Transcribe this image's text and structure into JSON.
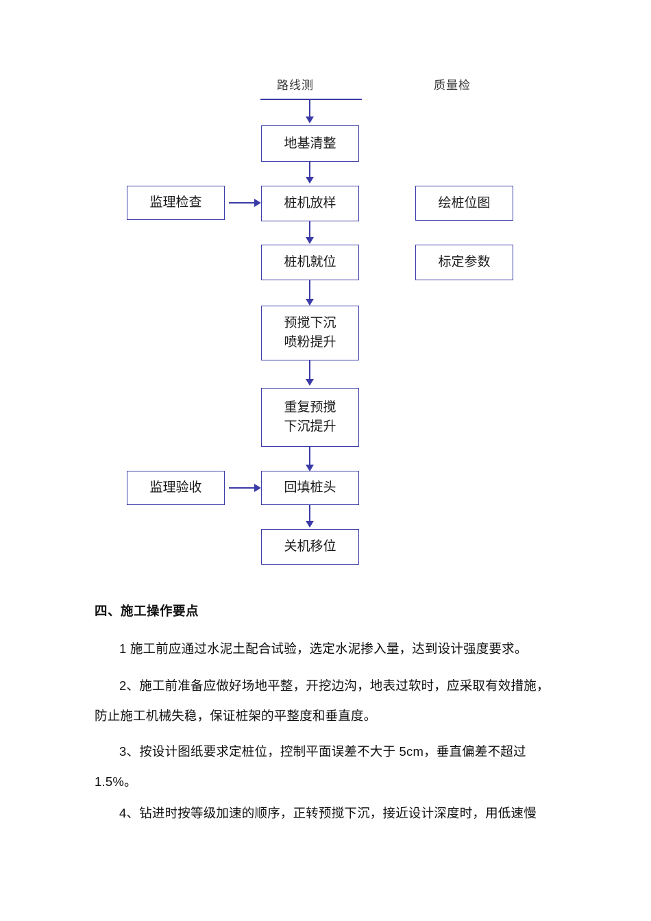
{
  "flowchart": {
    "headers": [
      {
        "name": "route-survey",
        "label": "路线测"
      },
      {
        "name": "quality-check",
        "label": "质量检"
      }
    ],
    "main_nodes": [
      {
        "name": "node-site-clearing",
        "label": "地基清整"
      },
      {
        "name": "node-rig-setout",
        "label": "桩机放样"
      },
      {
        "name": "node-rig-positioning",
        "label": "桩机就位"
      },
      {
        "name": "node-premix-sink-spray",
        "label": "预搅下沉\n喷粉提升"
      },
      {
        "name": "node-repeat-premix",
        "label": "重复预搅\n下沉提升"
      },
      {
        "name": "node-backfill-pile-head",
        "label": "回填桩头"
      },
      {
        "name": "node-shutdown-move",
        "label": "关机移位"
      }
    ],
    "left_nodes": [
      {
        "name": "node-supervision-inspection",
        "label": "监理检查"
      },
      {
        "name": "node-supervision-acceptance",
        "label": "监理验收"
      }
    ],
    "right_nodes": [
      {
        "name": "node-draw-pile-layout",
        "label": "绘桩位图"
      },
      {
        "name": "node-calibrate-params",
        "label": "标定参数"
      }
    ],
    "line_color": "#3b3bA8"
  },
  "document": {
    "heading": "四、施工操作要点",
    "paragraphs": [
      {
        "name": "para-1-line-1",
        "text": "1 施工前应通过水泥土配合试验，选定水泥掺入量，达到设计强度要求。"
      },
      {
        "name": "para-2-line-1",
        "text": "2、施工前准备应做好场地平整，开挖边沟，地表过软时，应采取有效措施，"
      },
      {
        "name": "para-2-line-2",
        "text": "防止施工机械失稳，保证桩架的平整度和垂直度。"
      },
      {
        "name": "para-3-line-1",
        "text": "3、按设计图纸要求定桩位，控制平面误差不大于 5cm，垂直偏差不超过"
      },
      {
        "name": "para-3-line-2",
        "text": "1.5%。"
      },
      {
        "name": "para-4-line-1",
        "text": "4、钻进时按等级加速的顺序，正转预搅下沉，接近设计深度时，用低速慢"
      }
    ]
  }
}
